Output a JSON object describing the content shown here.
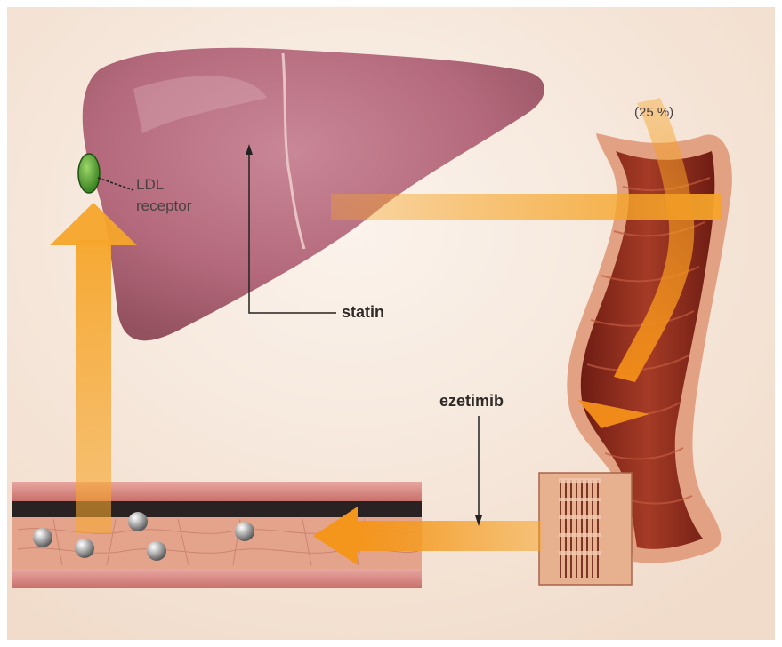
{
  "labels": {
    "ldl_line1": "LDL",
    "ldl_line2": "receptor",
    "percent": "(25 %)",
    "statin": "statin",
    "ezetimib": "ezetimib"
  },
  "colors": {
    "background": "#f6e9de",
    "liver": "#b5697a",
    "arrow": "#f6a52a",
    "colon_outer": "#e2a183",
    "colon_inner": "#8a2a1d",
    "vessel": "#d98a86",
    "receptor": "#4a9a2a"
  }
}
